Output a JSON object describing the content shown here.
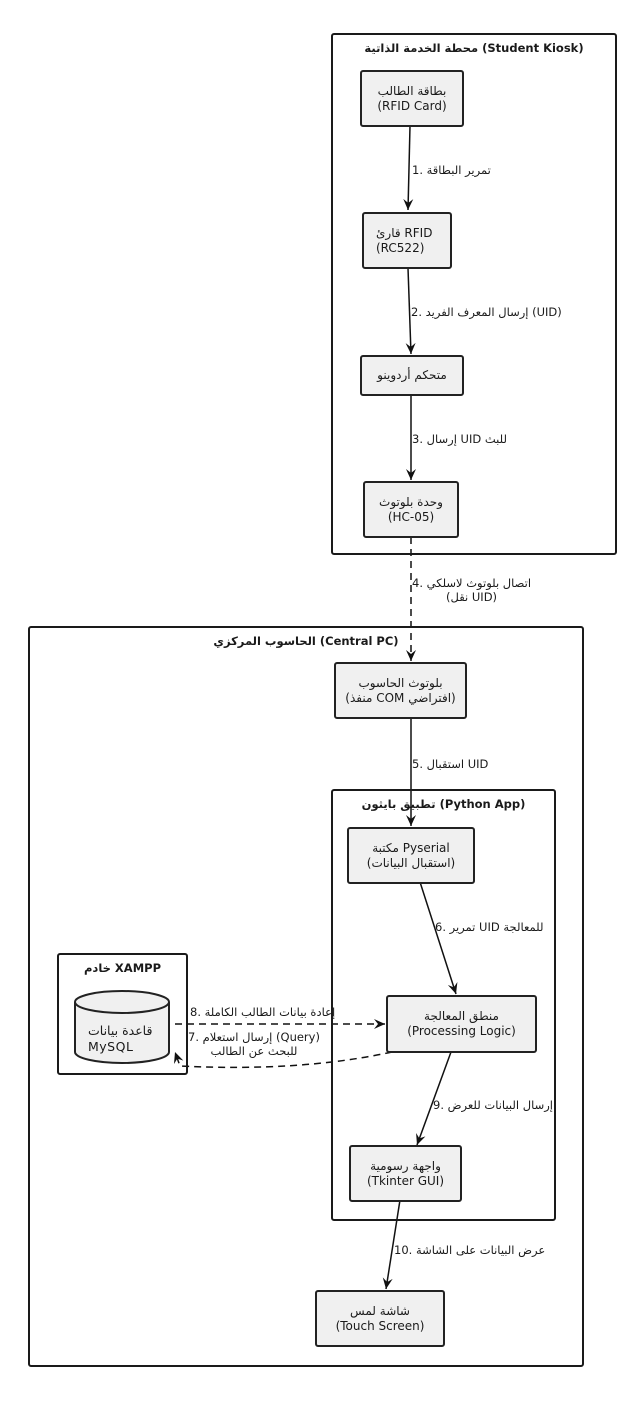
{
  "clusters": {
    "kiosk": {
      "title": "محطة الخدمة الذاتية (Student Kiosk)"
    },
    "central_pc": {
      "title": "الحاسوب المركزي (Central PC)"
    },
    "python_app": {
      "title": "تطبيق بايثون (Python App)"
    },
    "xampp": {
      "title": "خادم XAMPP"
    }
  },
  "nodes": {
    "rfid_card": {
      "line1": "بطاقة الطالب",
      "line2": "(RFID Card)"
    },
    "rfid_reader": {
      "line1": "قارئ RFID",
      "line2": "(RC522)"
    },
    "arduino": {
      "line1": "متحكم أردوينو"
    },
    "hc05": {
      "line1": "وحدة بلوتوث",
      "line2": "(HC-05)"
    },
    "pc_bluetooth": {
      "line1": "بلوتوث الحاسوب",
      "line2": "(منفذ COM افتراضي)"
    },
    "pyserial": {
      "line1": "مكتبة Pyserial",
      "line2": "(استقبال البيانات)"
    },
    "processing": {
      "line1": "منطق المعالجة",
      "line2": "(Processing Logic)"
    },
    "mysql": {
      "line1": "قاعدة بيانات",
      "line2": "MySQL"
    },
    "tkinter": {
      "line1": "واجهة رسومية",
      "line2": "(Tkinter GUI)"
    },
    "touch_screen": {
      "line1": "شاشة لمس",
      "line2": "(Touch Screen)"
    }
  },
  "edges": {
    "e1": {
      "label": "1. تمرير البطاقة"
    },
    "e2": {
      "label": "2. إرسال المعرف الفريد (UID)"
    },
    "e3": {
      "label": "3. إرسال UID للبث"
    },
    "e4": {
      "line1": "4. اتصال بلوتوث لاسلكي",
      "line2": "(نقل UID)"
    },
    "e5": {
      "label": "5. استقبال UID"
    },
    "e6": {
      "label": "6. تمرير UID للمعالجة"
    },
    "e7": {
      "line1": "7. إرسال استعلام (Query)",
      "line2": "للبحث عن الطالب"
    },
    "e8": {
      "label": "8. إعادة بيانات الطالب الكاملة"
    },
    "e9": {
      "label": "9. إرسال البيانات للعرض"
    },
    "e10": {
      "label": "10. عرض البيانات على الشاشة"
    }
  }
}
